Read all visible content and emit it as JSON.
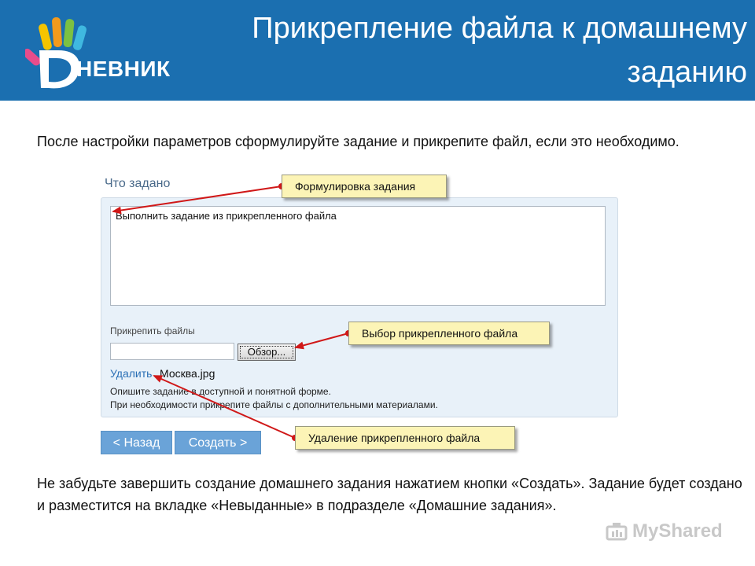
{
  "header": {
    "logo_text": "НЕВНИК",
    "title_line1": "Прикрепление файла к домашнему",
    "title_line2": "заданию"
  },
  "intro": "После настройки параметров сформулируйте задание и прикрепите файл, если это необходимо.",
  "form": {
    "section_label": "Что задано",
    "task_text": "Выполнить задание из прикрепленного файла",
    "attach_label": "Прикрепить файлы",
    "file_input_value": "",
    "browse_label": "Обзор...",
    "delete_label": "Удалить",
    "file_name": "Москва.jpg",
    "hint_line1": "Опишите задание в доступной и понятной форме.",
    "hint_line2": "При необходимости прикрепите файлы с дополнительными материалами."
  },
  "buttons": {
    "back": "< Назад",
    "create": "Создать >"
  },
  "callouts": {
    "task": "Формулировка задания",
    "file": "Выбор прикрепленного файла",
    "delete": "Удаление прикрепленного файла"
  },
  "outro": "Не забудьте завершить создание домашнего задания нажатием кнопки «Создать». Задание будет создано и разместится на вкладке «Невыданные» в подразделе «Домашние задания».",
  "watermark": "MyShared",
  "colors": {
    "header_bg": "#1b6fb0",
    "callout_bg": "#fcf4b6",
    "arrow": "#d01818",
    "button": "#6aa3d8",
    "link": "#2a6fb5"
  },
  "icons": [
    "dnevnik-hand-logo",
    "myshared-icon"
  ]
}
